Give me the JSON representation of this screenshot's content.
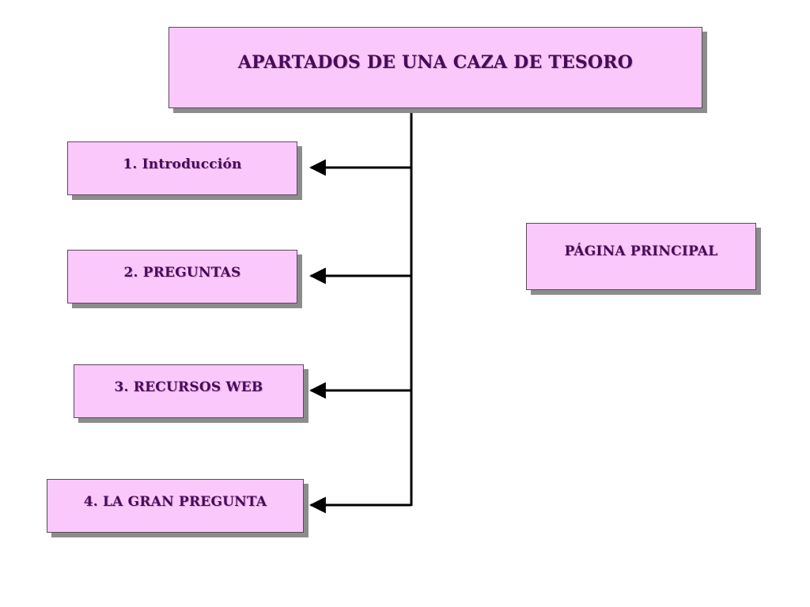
{
  "diagram": {
    "title": "APARTADOS DE UNA CAZA DE TESORO",
    "sections": [
      {
        "label": "1. Introducción"
      },
      {
        "label": "2. PREGUNTAS"
      },
      {
        "label": "3. RECURSOS WEB"
      },
      {
        "label": "4. LA GRAN PREGUNTA"
      }
    ],
    "side_box": {
      "label": "PÁGINA PRINCIPAL"
    }
  },
  "colors": {
    "box_fill": "#fbc8fb",
    "box_text": "#4a0a5a",
    "shadow": "#8c8c8c",
    "connector": "#000000"
  }
}
